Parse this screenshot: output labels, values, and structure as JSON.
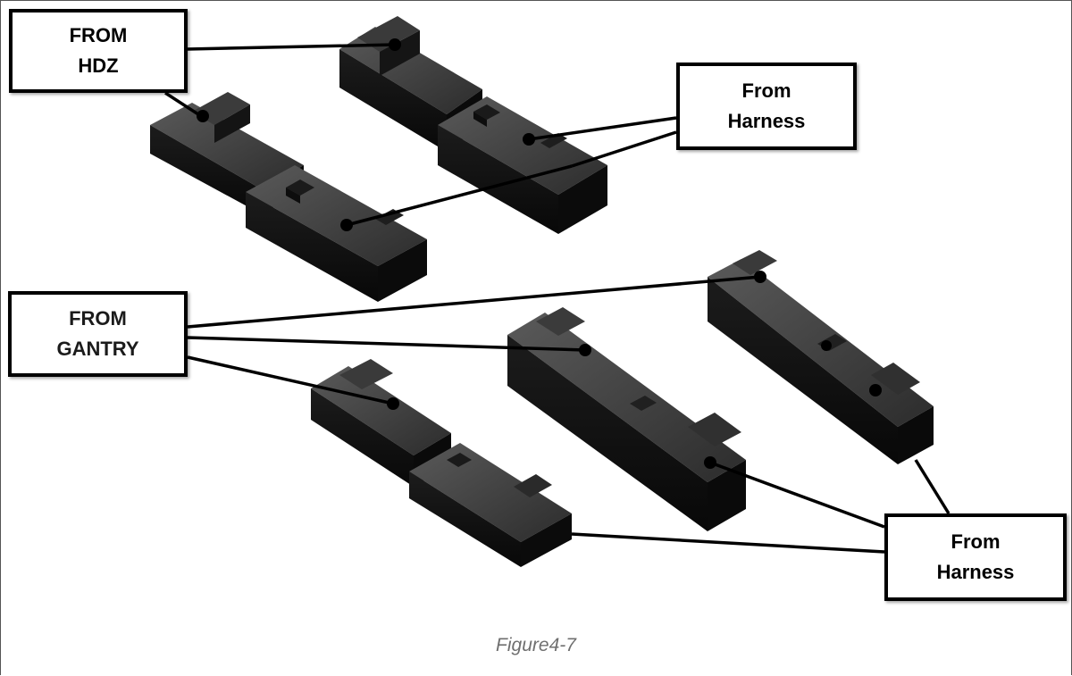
{
  "labels": {
    "from_hdz": "FROM\nHDZ",
    "from_harness_top": "From\nHarness",
    "from_gantry": "FROM\nGANTRY",
    "from_harness_bottom": "From\nHarness"
  },
  "caption": "Figure4-7",
  "colors": {
    "connector_dark": "#101010",
    "connector_mid": "#2a2a2a",
    "connector_light": "#4a4a4a",
    "wire": "#000000",
    "caption": "#6f6f6f"
  }
}
